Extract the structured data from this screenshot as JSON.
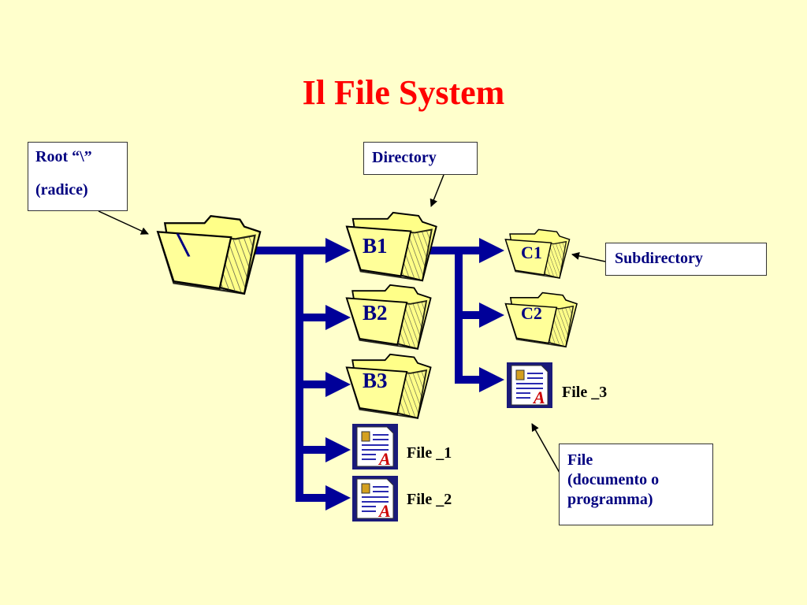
{
  "title": "Il File System",
  "callouts": {
    "root": [
      "Root “\\”",
      "(radice)"
    ],
    "directory": "Directory",
    "subdirectory": "Subdirectory",
    "file": [
      "File",
      "(documento o",
      "programma)"
    ]
  },
  "folders": {
    "root": "\\",
    "b1": "B1",
    "b2": "B2",
    "b3": "B3",
    "c1": "C1",
    "c2": "C2"
  },
  "files": {
    "file1": "File _1",
    "file2": "File _2",
    "file3": "File _3"
  },
  "colors": {
    "background": "#FFFFCC",
    "title": "#FF0000",
    "connector": "#000099",
    "folder": "#FFFF88",
    "text": "#000080"
  }
}
